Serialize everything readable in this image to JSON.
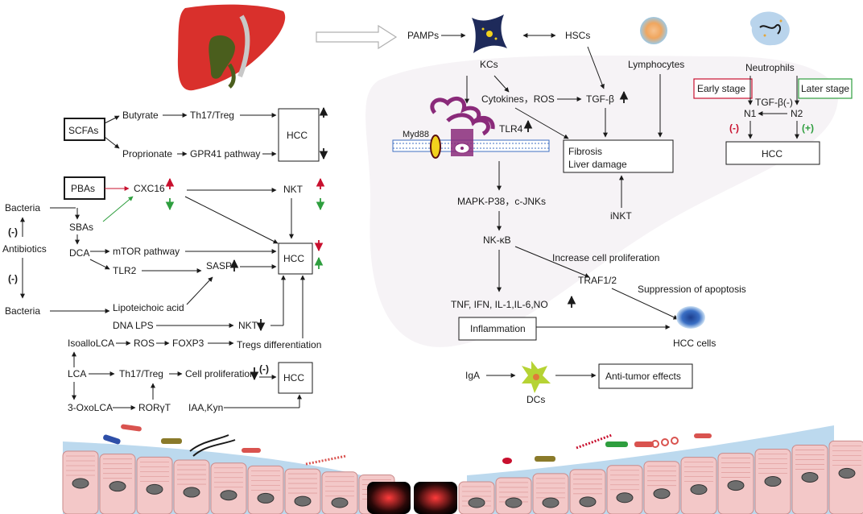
{
  "left_panel": {
    "scfas": "SCFAs",
    "butyrate": "Butyrate",
    "th17treg_top": "Th17/Treg",
    "hcc_top": "HCC",
    "proprionate": "Proprionate",
    "gpr41": "GPR41 pathway",
    "pbas": "PBAs",
    "cxc16": "CXC16",
    "nkt_top": "NKT",
    "bacteria_top": "Bacteria",
    "sbas": "SBAs",
    "minus_top": "(-)",
    "antibiotics": "Antibiotics",
    "dca": "DCA",
    "mtor": "mTOR pathway",
    "tlr2": "TLR2",
    "sasp": "SASP",
    "hcc_mid": "HCC",
    "minus_bottom": "(-)",
    "bacteria_bottom": "Bacteria",
    "lipoteichoic": "Lipoteichoic acid",
    "dna_lps": "DNA LPS",
    "nkt_low": "NKT",
    "isoallolca": "IsoalloLCA",
    "ros_left": "ROS",
    "foxp3": "FOXP3",
    "tregs_diff": "Tregs differentiation",
    "lca": "LCA",
    "th17treg_low": "Th17/Treg",
    "cell_prolif": "Cell proliferation",
    "minus_cell": "(-)",
    "hcc_bottom": "HCC",
    "oxolca": "3-OxoLCA",
    "roryt": "RORγT",
    "iaa_kyn": "IAA,Kyn"
  },
  "right_panel": {
    "pamps": "PAMPs",
    "hscs": "HSCs",
    "kcs": "KCs",
    "lymphocytes": "Lymphocytes",
    "neutrophils": "Neutrophils",
    "cytokines_ros": "Cytokines，ROS",
    "tgfb": "TGF-β",
    "early_stage": "Early stage",
    "later_stage": "Later stage",
    "tgfb_minus": "TGF-β(-)",
    "n1": "N1",
    "n2": "N2",
    "neg_sign": "(-)",
    "pos_sign": "(+)",
    "hcc_neutro": "HCC",
    "myd88": "Myd88",
    "tlr4": "TLR4",
    "fibrosis": "Fibrosis",
    "liver_damage": "Liver damage",
    "mapk": "MAPK-P38，c-JNKs",
    "inkt": "iNKT",
    "nfkb": "NK-κB",
    "increase_prolif": "Increase cell proliferation",
    "traf": "TRAF1/2",
    "suppression": "Suppression of apoptosis",
    "tnf": "TNF, IFN, IL-1,IL-6,NO",
    "inflammation": "Inflammation",
    "hcc_cells": "HCC cells",
    "iga": "IgA",
    "dcs": "DCs",
    "anti_tumor": "Anti-tumor effects"
  },
  "colors": {
    "liver": "#d9302c",
    "gallbladder": "#4a5e1d",
    "membrane": "#3f6fc2",
    "tlr4": "#8a2a7a",
    "red_arrow": "#c8102e",
    "green_arrow": "#2e9e3e",
    "intestine_cell": "#f3c8c8",
    "intestine_lumen": "#bcd9ee",
    "kc_cell": "#1e2a5a",
    "dc_cell": "#b6d334"
  }
}
